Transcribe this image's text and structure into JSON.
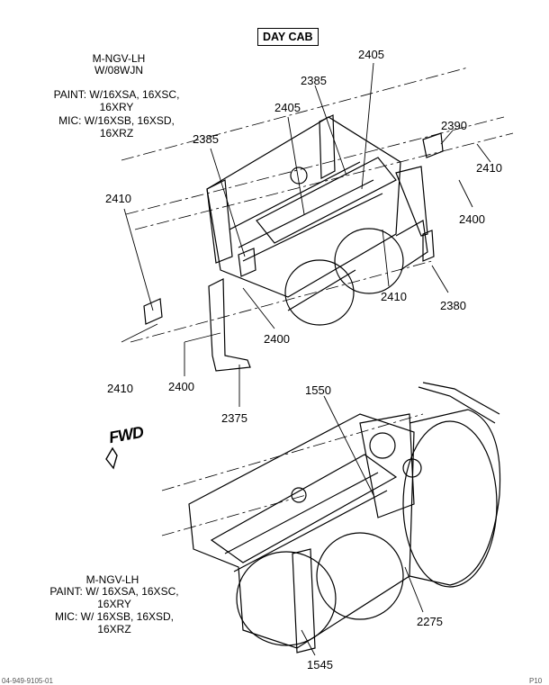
{
  "title": "DAY CAB",
  "note_top": {
    "line1": "M-NGV-LH",
    "line2": "W/08WJN",
    "paint": "PAINT: W/16XSA, 16XSC,\n16XRY",
    "mic": "MIC: W/16XSB, 16XSD,\n16XRZ"
  },
  "note_bottom": {
    "line1": "M-NGV-LH",
    "paint": "PAINT: W/ 16XSA, 16XSC,\n16XRY",
    "mic": "MIC: W/ 16XSB, 16XSD,\n16XRZ"
  },
  "fwd": "FWD",
  "callouts": {
    "c2405a": "2405",
    "c2385a": "2385",
    "c2405b": "2405",
    "c2385b": "2385",
    "c2390": "2390",
    "c2410a": "2410",
    "c2410b": "2410",
    "c2400a": "2400",
    "c2410c": "2410",
    "c2380": "2380",
    "c2400b": "2400",
    "c2410d": "2410",
    "c2400c": "2400",
    "c2375": "2375",
    "c1550": "1550",
    "c2275": "2275",
    "c1545": "1545"
  },
  "footer_left": "04-949-9105-01",
  "footer_right": "P10"
}
